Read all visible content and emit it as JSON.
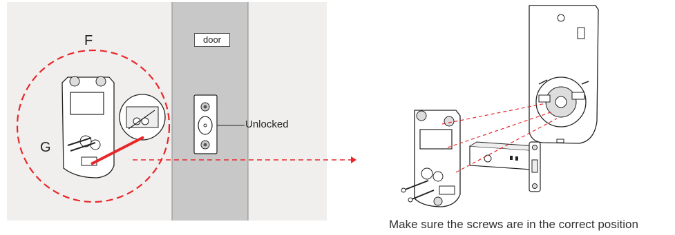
{
  "labels": {
    "f": "F",
    "g": "G",
    "door": "door",
    "unlocked": "Unlocked"
  },
  "caption": "Make sure the screws are in the correct position",
  "colors": {
    "panel_bg": "#f0efed",
    "door_gray": "#c8c8c8",
    "accent_red": "#e8262a",
    "line": "#1a1a1a"
  }
}
